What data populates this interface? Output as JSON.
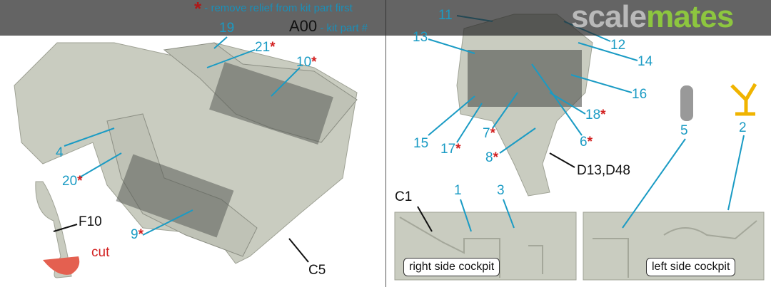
{
  "header": {
    "legend_relief": "- remove relief from kit part first",
    "legend_star": "*",
    "legend_kit_code": "A00",
    "legend_kit_text": "- kit part #",
    "watermark_a": "scale",
    "watermark_b": "mates"
  },
  "left_panel": {
    "labels": [
      {
        "text": "19",
        "star": ""
      },
      {
        "text": "21",
        "star": "*"
      },
      {
        "text": "10",
        "star": "*"
      },
      {
        "text": "4",
        "star": ""
      },
      {
        "text": "20",
        "star": "*"
      },
      {
        "text": "9",
        "star": "*"
      }
    ],
    "part_f10": "F10",
    "cut": "cut",
    "part_c5": "C5"
  },
  "right_panel": {
    "labels": [
      {
        "text": "11",
        "star": ""
      },
      {
        "text": "12",
        "star": ""
      },
      {
        "text": "13",
        "star": ""
      },
      {
        "text": "14",
        "star": ""
      },
      {
        "text": "16",
        "star": ""
      },
      {
        "text": "15",
        "star": ""
      },
      {
        "text": "17",
        "star": "*"
      },
      {
        "text": "7",
        "star": "*"
      },
      {
        "text": "18",
        "star": "*"
      },
      {
        "text": "6",
        "star": "*"
      },
      {
        "text": "8",
        "star": "*"
      },
      {
        "text": "5",
        "star": ""
      },
      {
        "text": "2",
        "star": ""
      },
      {
        "text": "1",
        "star": ""
      },
      {
        "text": "3",
        "star": ""
      }
    ],
    "part_d13": "D13,D48",
    "part_c1": "C1",
    "right_side_caption": "right side cockpit",
    "left_side_caption": "left side cockpit"
  },
  "colors": {
    "label_blue": "#1a9bc4",
    "star_red": "#d21f1f",
    "plastic": "#c9ccc0"
  }
}
